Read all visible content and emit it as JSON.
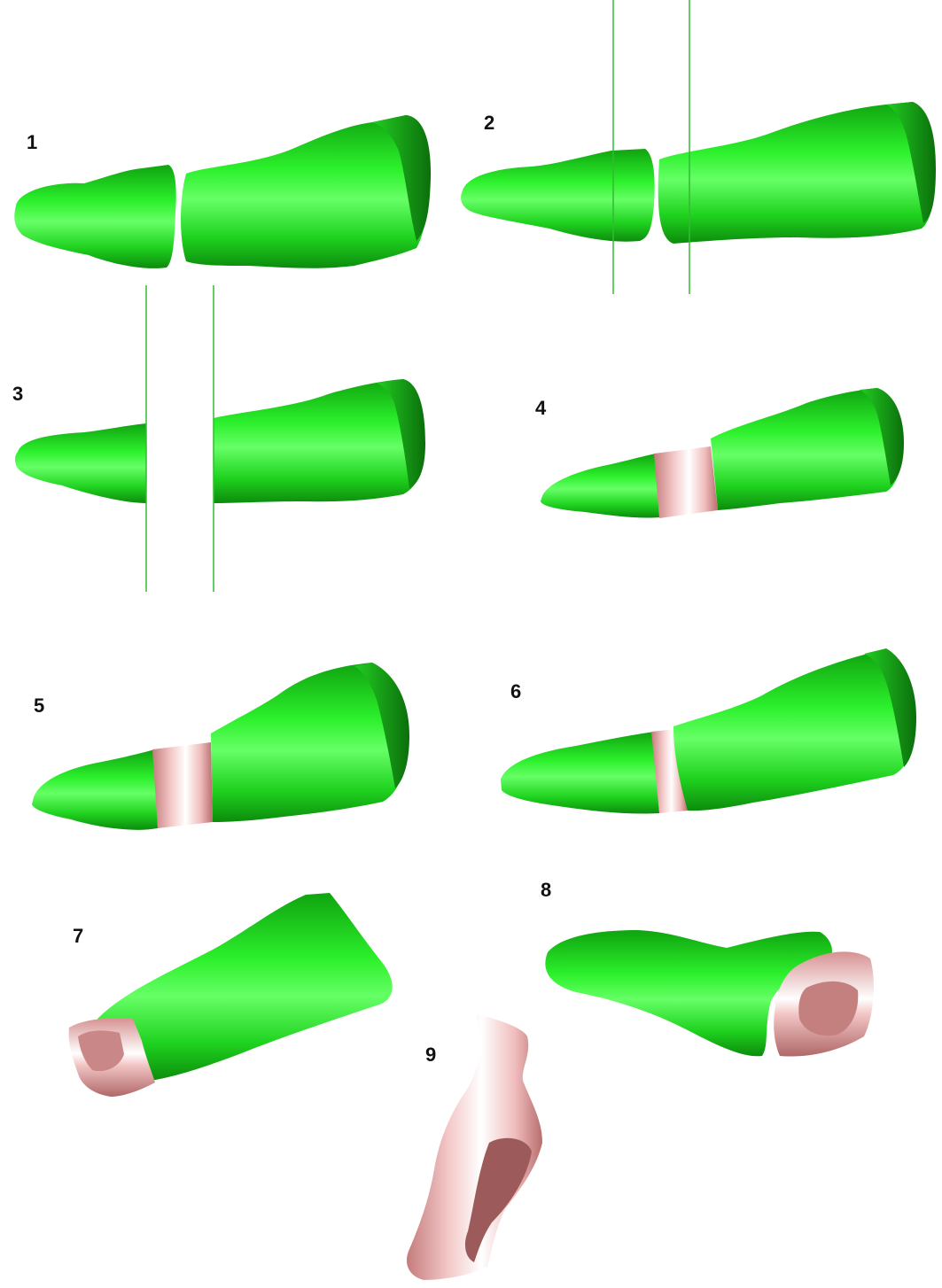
{
  "panels": [
    {
      "id": 1,
      "label": "1"
    },
    {
      "id": 2,
      "label": "2"
    },
    {
      "id": 3,
      "label": "3"
    },
    {
      "id": 4,
      "label": "4"
    },
    {
      "id": 5,
      "label": "5"
    },
    {
      "id": 6,
      "label": "6"
    },
    {
      "id": 7,
      "label": "7"
    },
    {
      "id": 8,
      "label": "8"
    },
    {
      "id": 9,
      "label": "9"
    }
  ],
  "colors": {
    "bone": "#22dd22",
    "bone_dark": "#118811",
    "bone_shadow": "#0a6a0a",
    "bone_highlight": "#aaffaa",
    "graft": "#e8a5a5",
    "graft_dark": "#b86e6e",
    "graft_highlight": "#ffffff",
    "cut_line": "#33bb33",
    "background": "#ffffff"
  }
}
